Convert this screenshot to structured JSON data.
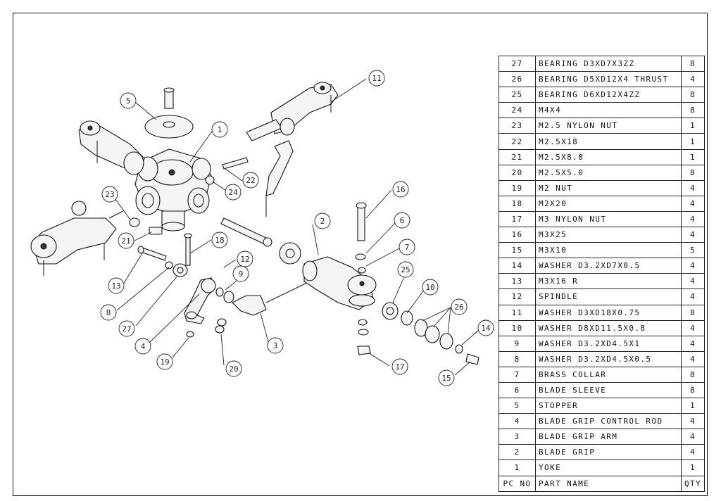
{
  "bom": {
    "rows": [
      {
        "pc": "27",
        "name": "BEARING D3XD7X3ZZ",
        "qty": "8"
      },
      {
        "pc": "26",
        "name": "BEARING D5XD12X4 THRUST",
        "qty": "4"
      },
      {
        "pc": "25",
        "name": "BEARING D6XD12X4ZZ",
        "qty": "8"
      },
      {
        "pc": "24",
        "name": "M4X4",
        "qty": "8"
      },
      {
        "pc": "23",
        "name": "M2.5 NYLON NUT",
        "qty": "1"
      },
      {
        "pc": "22",
        "name": "M2.5X18",
        "qty": "1"
      },
      {
        "pc": "21",
        "name": "M2.5X8.0",
        "qty": "1"
      },
      {
        "pc": "20",
        "name": "M2.5X5.0",
        "qty": "8"
      },
      {
        "pc": "19",
        "name": "M2 NUT",
        "qty": "4"
      },
      {
        "pc": "18",
        "name": "M2X20",
        "qty": "4"
      },
      {
        "pc": "17",
        "name": "M3 NYLON NUT",
        "qty": "4"
      },
      {
        "pc": "16",
        "name": "M3X25",
        "qty": "4"
      },
      {
        "pc": "15",
        "name": "M3X10",
        "qty": "5"
      },
      {
        "pc": "14",
        "name": "WASHER D3.2XD7X0.5",
        "qty": "4"
      },
      {
        "pc": "13",
        "name": "M3X16 R",
        "qty": "4"
      },
      {
        "pc": "12",
        "name": "SPINDLE",
        "qty": "4"
      },
      {
        "pc": "11",
        "name": "WASHER D3XD18X0.75",
        "qty": "8"
      },
      {
        "pc": "10",
        "name": "WASHER D8XD11.5X0.8",
        "qty": "4"
      },
      {
        "pc": "9",
        "name": "WASHER D3.2XD4.5X1",
        "qty": "4"
      },
      {
        "pc": "8",
        "name": "WASHER D3.2XD4.5X0.5",
        "qty": "4"
      },
      {
        "pc": "7",
        "name": "BRASS COLLAR",
        "qty": "8"
      },
      {
        "pc": "6",
        "name": "BLADE SLEEVE",
        "qty": "8"
      },
      {
        "pc": "5",
        "name": "STOPPER",
        "qty": "1"
      },
      {
        "pc": "4",
        "name": "BLADE GRIP CONTROL ROD",
        "qty": "4"
      },
      {
        "pc": "3",
        "name": "BLADE GRIP ARM",
        "qty": "4"
      },
      {
        "pc": "2",
        "name": "BLADE GRIP",
        "qty": "4"
      },
      {
        "pc": "1",
        "name": "YOKE",
        "qty": "1"
      }
    ],
    "header": {
      "pc": "PC NO",
      "name": "PART NAME",
      "qty": "QTY"
    }
  },
  "callouts": [
    "1",
    "2",
    "3",
    "4",
    "5",
    "6",
    "7",
    "8",
    "9",
    "10",
    "11",
    "12",
    "13",
    "14",
    "15",
    "16",
    "17",
    "18",
    "19",
    "20",
    "21",
    "22",
    "23",
    "24",
    "25",
    "26",
    "27"
  ]
}
